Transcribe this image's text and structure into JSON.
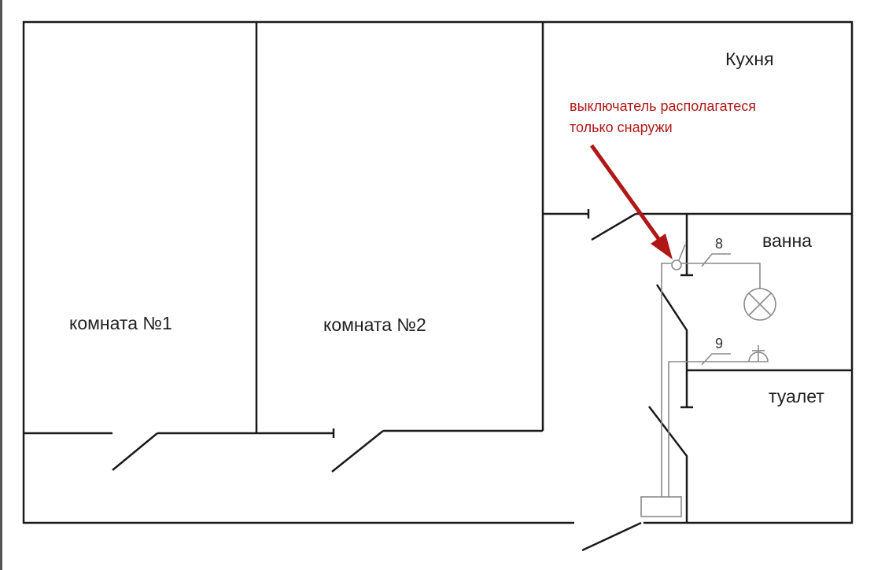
{
  "rooms": {
    "room1": "комната №1",
    "room2": "комната №2",
    "kitchen": "Кухня",
    "bath": "ванна",
    "toilet": "туалет"
  },
  "wire_labels": {
    "lamp_line": "8",
    "socket_line": "9"
  },
  "annotation": {
    "line1": "выключатель располагатеся",
    "line2": "только снаружи",
    "color": "#b01818"
  }
}
